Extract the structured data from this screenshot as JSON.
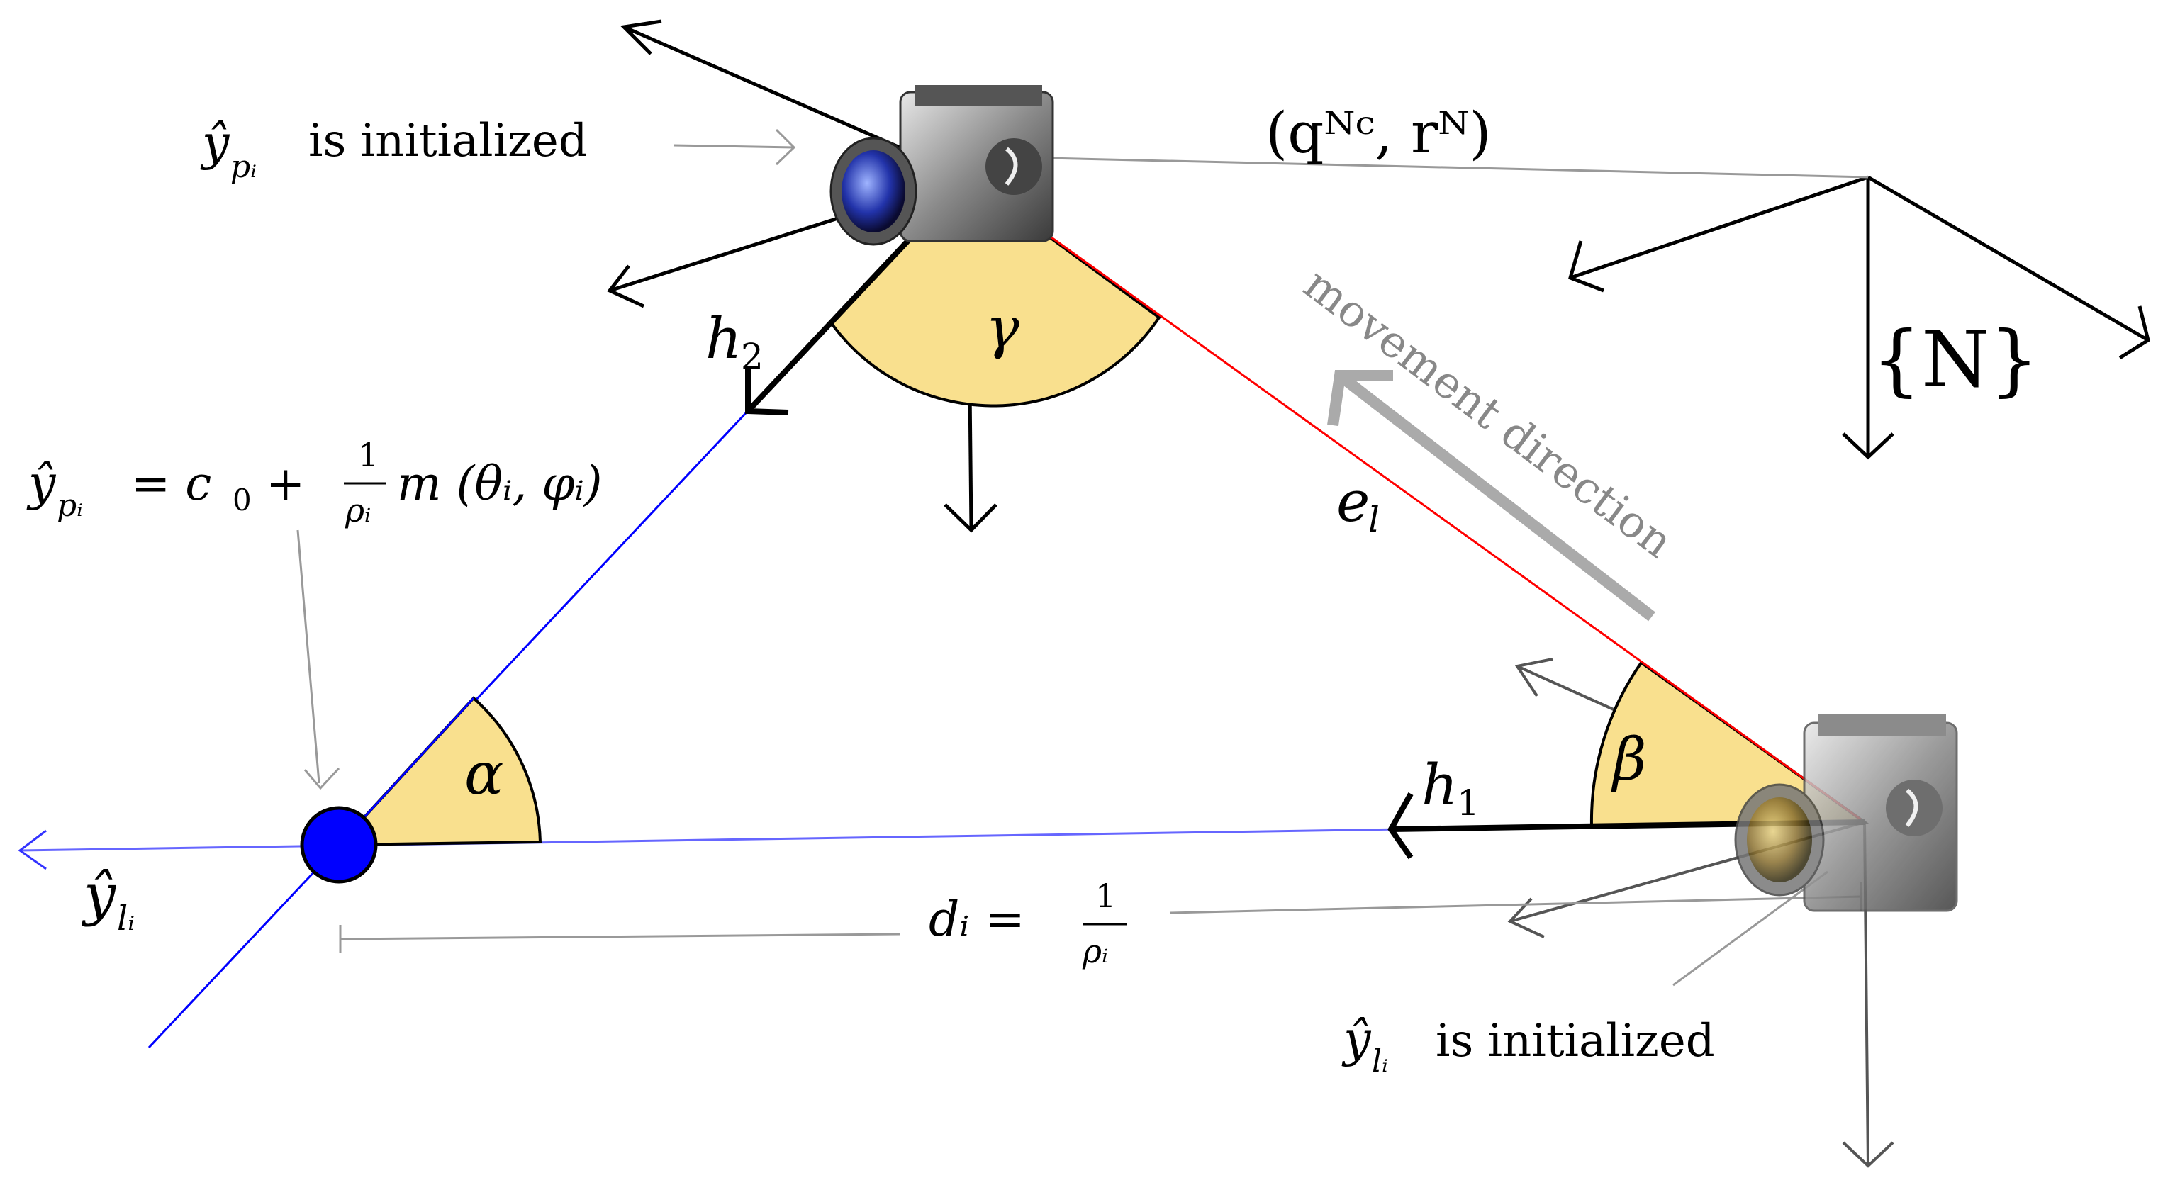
{
  "labels": {
    "yp_init_symbol": "ŷ",
    "yp_init_sub": "pᵢ",
    "yp_init_text": "is initialized",
    "pose": "(qᴺᶜ, rᴺ)",
    "frame_n": "{N}",
    "h2": "h",
    "h2_sub": "2",
    "gamma": "γ",
    "movement": "movement direction",
    "el": "e",
    "el_sub": "l",
    "formula_left": "ŷ",
    "formula_left_sub": "pᵢ",
    "formula_eq": "= c",
    "formula_c_sub": "0",
    "formula_plus": "+",
    "formula_num": "1",
    "formula_den": "ρᵢ",
    "formula_tail": "m (θᵢ, φᵢ)",
    "alpha": "α",
    "beta": "β",
    "h1": "h",
    "h1_sub": "1",
    "yl_symbol": "ŷ",
    "yl_sub": "lᵢ",
    "d_left": "dᵢ =",
    "d_num": "1",
    "d_den": "ρᵢ",
    "yl_init_symbol": "ŷ",
    "yl_init_sub": "lᵢ",
    "yl_init_text": "is initialized"
  },
  "colors": {
    "ray_blue": "#0000ff",
    "baseline_red": "#ff0000",
    "angle_fill": "#f9e08e",
    "leader_gray": "#999999",
    "arrow_gray": "#aaaaaa",
    "landmark": "#0000ff"
  },
  "icons": [
    "camera-icon",
    "camera-icon",
    "landmark-point"
  ]
}
